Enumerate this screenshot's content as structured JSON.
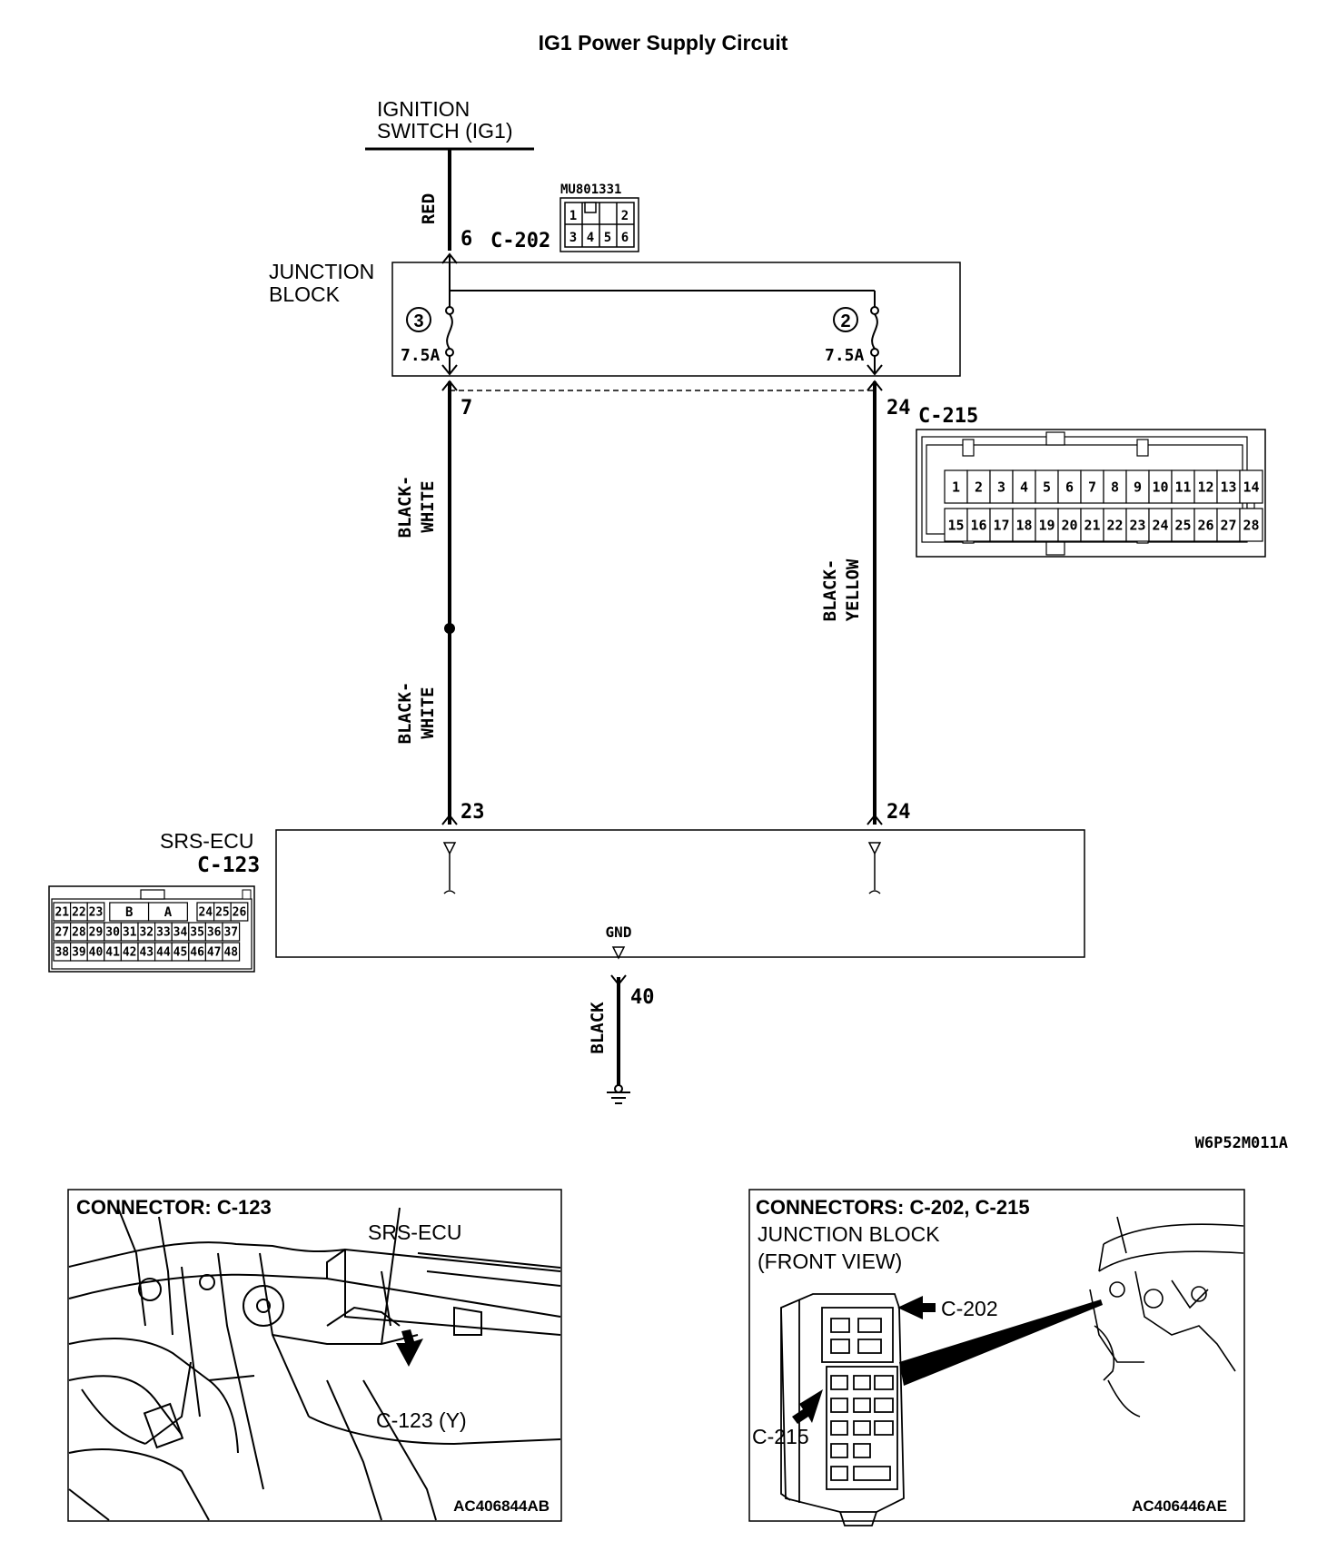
{
  "title": "IG1 Power Supply Circuit",
  "ignition_switch": {
    "line1": "IGNITION",
    "line2": "SWITCH (IG1)"
  },
  "junction_block": {
    "line1": "JUNCTION",
    "line2": "BLOCK",
    "fuses": [
      {
        "number": "3",
        "rating": "7.5A"
      },
      {
        "number": "2",
        "rating": "7.5A"
      }
    ]
  },
  "connector_c202": {
    "name": "C-202",
    "part_number": "MU801331",
    "pins_top": [
      "1",
      "",
      "2"
    ],
    "pins_bottom": [
      "3",
      "4",
      "5",
      "6"
    ]
  },
  "connector_c215": {
    "name": "C-215",
    "pins_row1": [
      "1",
      "2",
      "3",
      "4",
      "5",
      "6",
      "7",
      "8",
      "9",
      "10",
      "11",
      "12",
      "13",
      "14"
    ],
    "pins_row2": [
      "15",
      "16",
      "17",
      "18",
      "19",
      "20",
      "21",
      "22",
      "23",
      "24",
      "25",
      "26",
      "27",
      "28"
    ]
  },
  "srs_ecu": {
    "label": "SRS-ECU",
    "connector": "C-123",
    "gnd_label": "GND",
    "row1_left": [
      "21",
      "22",
      "23"
    ],
    "row1_mid": [
      "B",
      "A"
    ],
    "row1_right": [
      "24",
      "25",
      "26"
    ],
    "row2": [
      "27",
      "28",
      "29",
      "30",
      "31",
      "32",
      "33",
      "34",
      "35",
      "36",
      "37"
    ],
    "row3": [
      "38",
      "39",
      "40",
      "41",
      "42",
      "43",
      "44",
      "45",
      "46",
      "47",
      "48"
    ]
  },
  "wires": [
    {
      "color": "RED"
    },
    {
      "color": "BLACK-WHITE",
      "l1": "BLACK-",
      "l2": "WHITE"
    },
    {
      "color": "BLACK-WHITE",
      "l1": "BLACK-",
      "l2": "WHITE"
    },
    {
      "color": "BLACK-YELLOW",
      "l1": "BLACK-",
      "l2": "YELLOW"
    },
    {
      "color": "BLACK"
    }
  ],
  "pins": {
    "c202_in": "6",
    "jb_out_left": "7",
    "jb_out_right": "24",
    "ecu_left": "23",
    "ecu_right": "24",
    "ecu_gnd": "40"
  },
  "diagram_code": "W6P52M011A",
  "panel_left": {
    "title": "CONNECTOR: C-123",
    "callout_ecu": "SRS-ECU",
    "callout_conn": "C-123 (Y)",
    "code": "AC406844AB"
  },
  "panel_right": {
    "title": "CONNECTORS: C-202, C-215",
    "subtitle1": "JUNCTION BLOCK",
    "subtitle2": "(FRONT VIEW)",
    "callout_c202": "C-202",
    "callout_c215": "C-215",
    "code": "AC406446AE"
  }
}
